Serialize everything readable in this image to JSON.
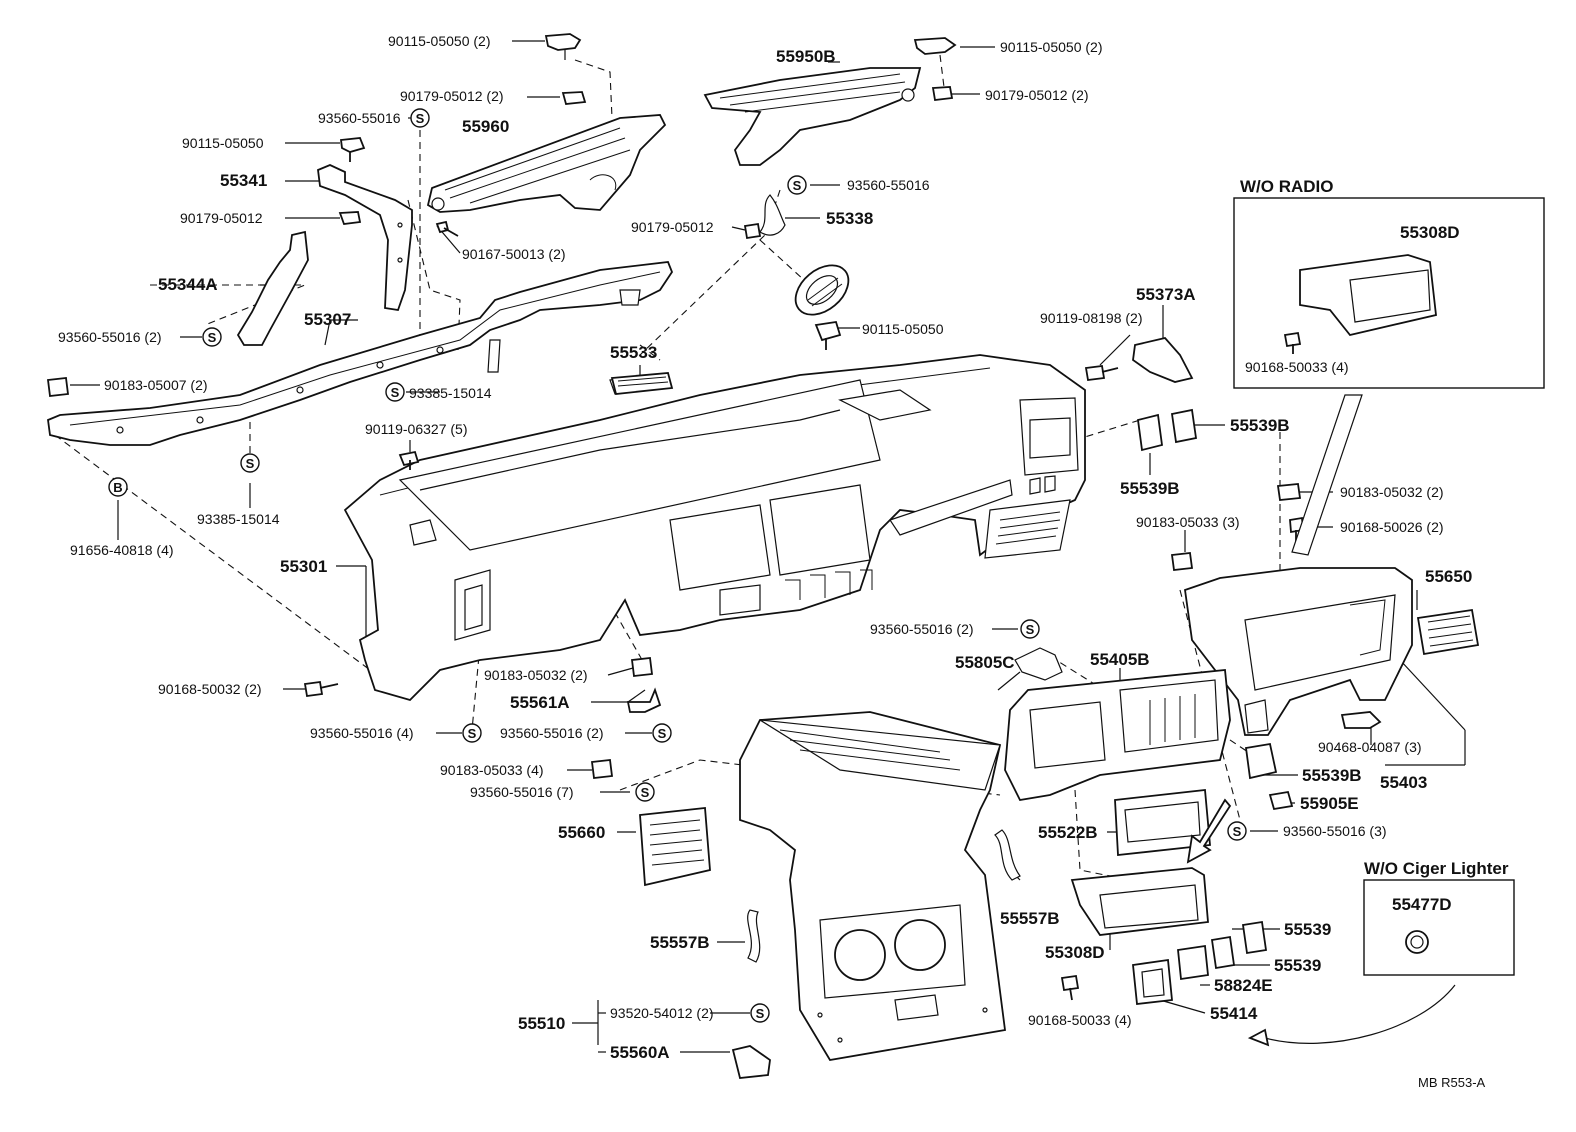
{
  "labels": {
    "l_90115_05050_2a": "90115-05050 (2)",
    "l_90179_05012_2a": "90179-05012 (2)",
    "l_93560_55016_top": "93560-55016",
    "l_55960": "55960",
    "l_90115_05050": "90115-05050",
    "l_55341": "55341",
    "l_90179_05012": "90179-05012",
    "l_90167_50013_2": "90167-50013 (2)",
    "l_55344A": "55344A",
    "l_55307": "55307",
    "l_93560_55016_2_left": "93560-55016 (2)",
    "l_90183_05007_2": "90183-05007 (2)",
    "l_93385_15014_a": "93385-15014",
    "l_90119_06327_5": "90119-06327 (5)",
    "l_93385_15014_b": "93385-15014",
    "l_91656_40818_4": "91656-40818 (4)",
    "l_55301": "55301",
    "l_90168_50032_2": "90168-50032 (2)",
    "l_90183_05032_2_mid": "90183-05032 (2)",
    "l_55561A": "55561A",
    "l_93560_55016_2_mid": "93560-55016 (2)",
    "l_93560_55016_4": "93560-55016 (4)",
    "l_90183_05033_4": "90183-05033 (4)",
    "l_93560_55016_7": "93560-55016 (7)",
    "l_55660": "55660",
    "l_55557B_left": "55557B",
    "l_55510": "55510",
    "l_93520_54012_2": "93520-54012 (2)",
    "l_55560A": "55560A",
    "l_55950B": "55950B",
    "l_90115_05050_2b": "90115-05050 (2)",
    "l_90179_05012_2b": "90179-05012 (2)",
    "l_93560_55016_right": "93560-55016",
    "l_90179_05012_b": "90179-05012",
    "l_55338": "55338",
    "l_90115_05050_b": "90115-05050",
    "l_55533": "55533",
    "l_90119_08198_2": "90119-08198 (2)",
    "l_55373A": "55373A",
    "l_55539B_a": "55539B",
    "l_55539B_b": "55539B",
    "l_90183_05033_3": "90183-05033 (3)",
    "l_90183_05032_2_right": "90183-05032 (2)",
    "l_90168_50026_2": "90168-50026 (2)",
    "l_55650": "55650",
    "l_93560_55016_2_right": "93560-55016 (2)",
    "l_55805C": "55805C",
    "l_55405B": "55405B",
    "l_90468_04087_3": "90468-04087 (3)",
    "l_55539B_c": "55539B",
    "l_55403": "55403",
    "l_55905E": "55905E",
    "l_55522B": "55522B",
    "l_93560_55016_3": "93560-55016 (3)",
    "l_55557B_right": "55557B",
    "l_55308D_bottom": "55308D",
    "l_55539_a": "55539",
    "l_55539_b": "55539",
    "l_58824E": "58824E",
    "l_90168_50033_4_bottom": "90168-50033 (4)",
    "l_55414": "55414",
    "l_55308D_box": "55308D",
    "l_90168_50033_4_box": "90168-50033 (4)",
    "l_55477D": "55477D"
  },
  "boxes": {
    "wo_radio_title": "W/O RADIO",
    "wo_cigar_title": "W/O Ciger Lighter"
  },
  "marks": {
    "s": "S",
    "b": "B"
  },
  "reference": "MB  R553-A"
}
